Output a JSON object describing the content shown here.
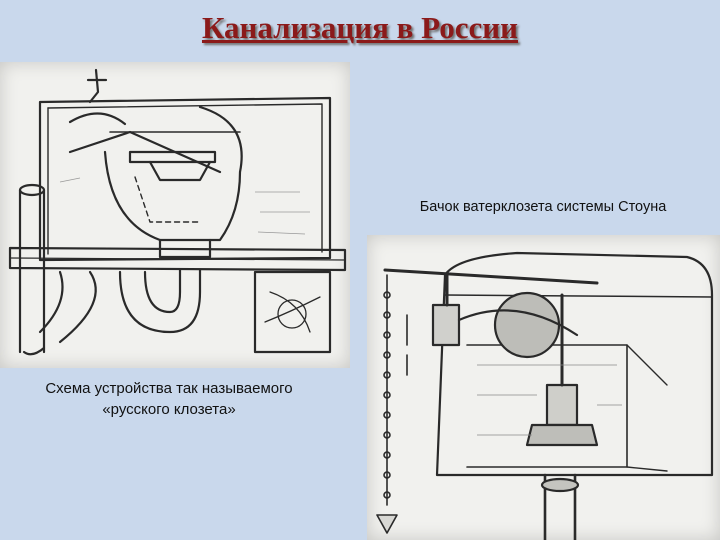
{
  "slide": {
    "title": "Канализация в России",
    "caption_left_line1": "Схема устройства так называемого",
    "caption_left_line2": "«русского клозета»",
    "caption_right": "Бачок ватерклозета системы Стоуна"
  },
  "colors": {
    "background": "#c9d8ec",
    "title": "#8b1a1a",
    "drawing_paper": "#f1f1ee",
    "ink": "#2a2a2a"
  }
}
